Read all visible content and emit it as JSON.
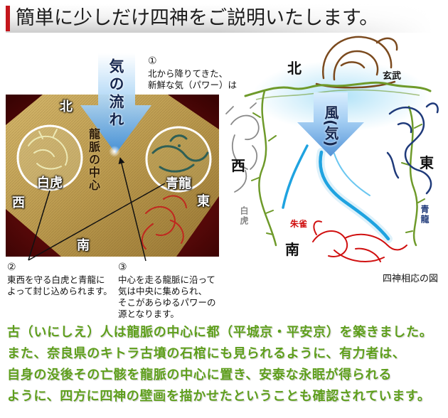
{
  "header": {
    "title": "簡単に少しだけ四神をご説明いたします。"
  },
  "photo": {
    "arrow_label": "気の流れ",
    "center_label": "龍脈の中心",
    "north": "北",
    "west": "西",
    "east": "東",
    "south": "南",
    "left_circle_label": "白虎",
    "right_circle_label": "青龍"
  },
  "notes": [
    {
      "number": "①",
      "lines": [
        "北から降りてきた、",
        "新鮮な気（パワー）は"
      ]
    },
    {
      "number": "②",
      "lines": [
        "東西を守る白虎と青龍に",
        "よって封じ込められます。"
      ]
    },
    {
      "number": "③",
      "lines": [
        "中心を走る龍脈に沿って",
        "気は中央に集められ、",
        "そこがあらゆるパワーの",
        "源となります。"
      ]
    }
  ],
  "diagram": {
    "arrow_label": "風(気)",
    "north": "北",
    "west": "西",
    "east": "東",
    "south": "南",
    "north_god": "玄武",
    "west_god": "白虎",
    "east_god": "青龍",
    "south_god": "朱雀",
    "caption": "四神相応の図"
  },
  "body": {
    "lines": [
      "古（いにしえ）人は龍脈の中心に都（平城京・平安京）を築きました。",
      "また、奈良県のキトラ古墳の石棺にも見られるように、有力者は、",
      "自身の没後その亡骸を龍脈の中心に置き、安泰な永眠が得られる",
      "ように、四方に四神の壁画を描かせたということも確認されています。"
    ]
  },
  "colors": {
    "header_bar": "#c4161c",
    "body_text": "#5e9e1c",
    "qi_arrow": "#3f8fdb",
    "qi_stream": "#1fa3e0",
    "vines": "#6e9a2a",
    "north_god_art": "#7b4a1e",
    "west_god": "#8a8a8a",
    "east_god": "#1f3a7a",
    "south_god": "#d01010"
  }
}
